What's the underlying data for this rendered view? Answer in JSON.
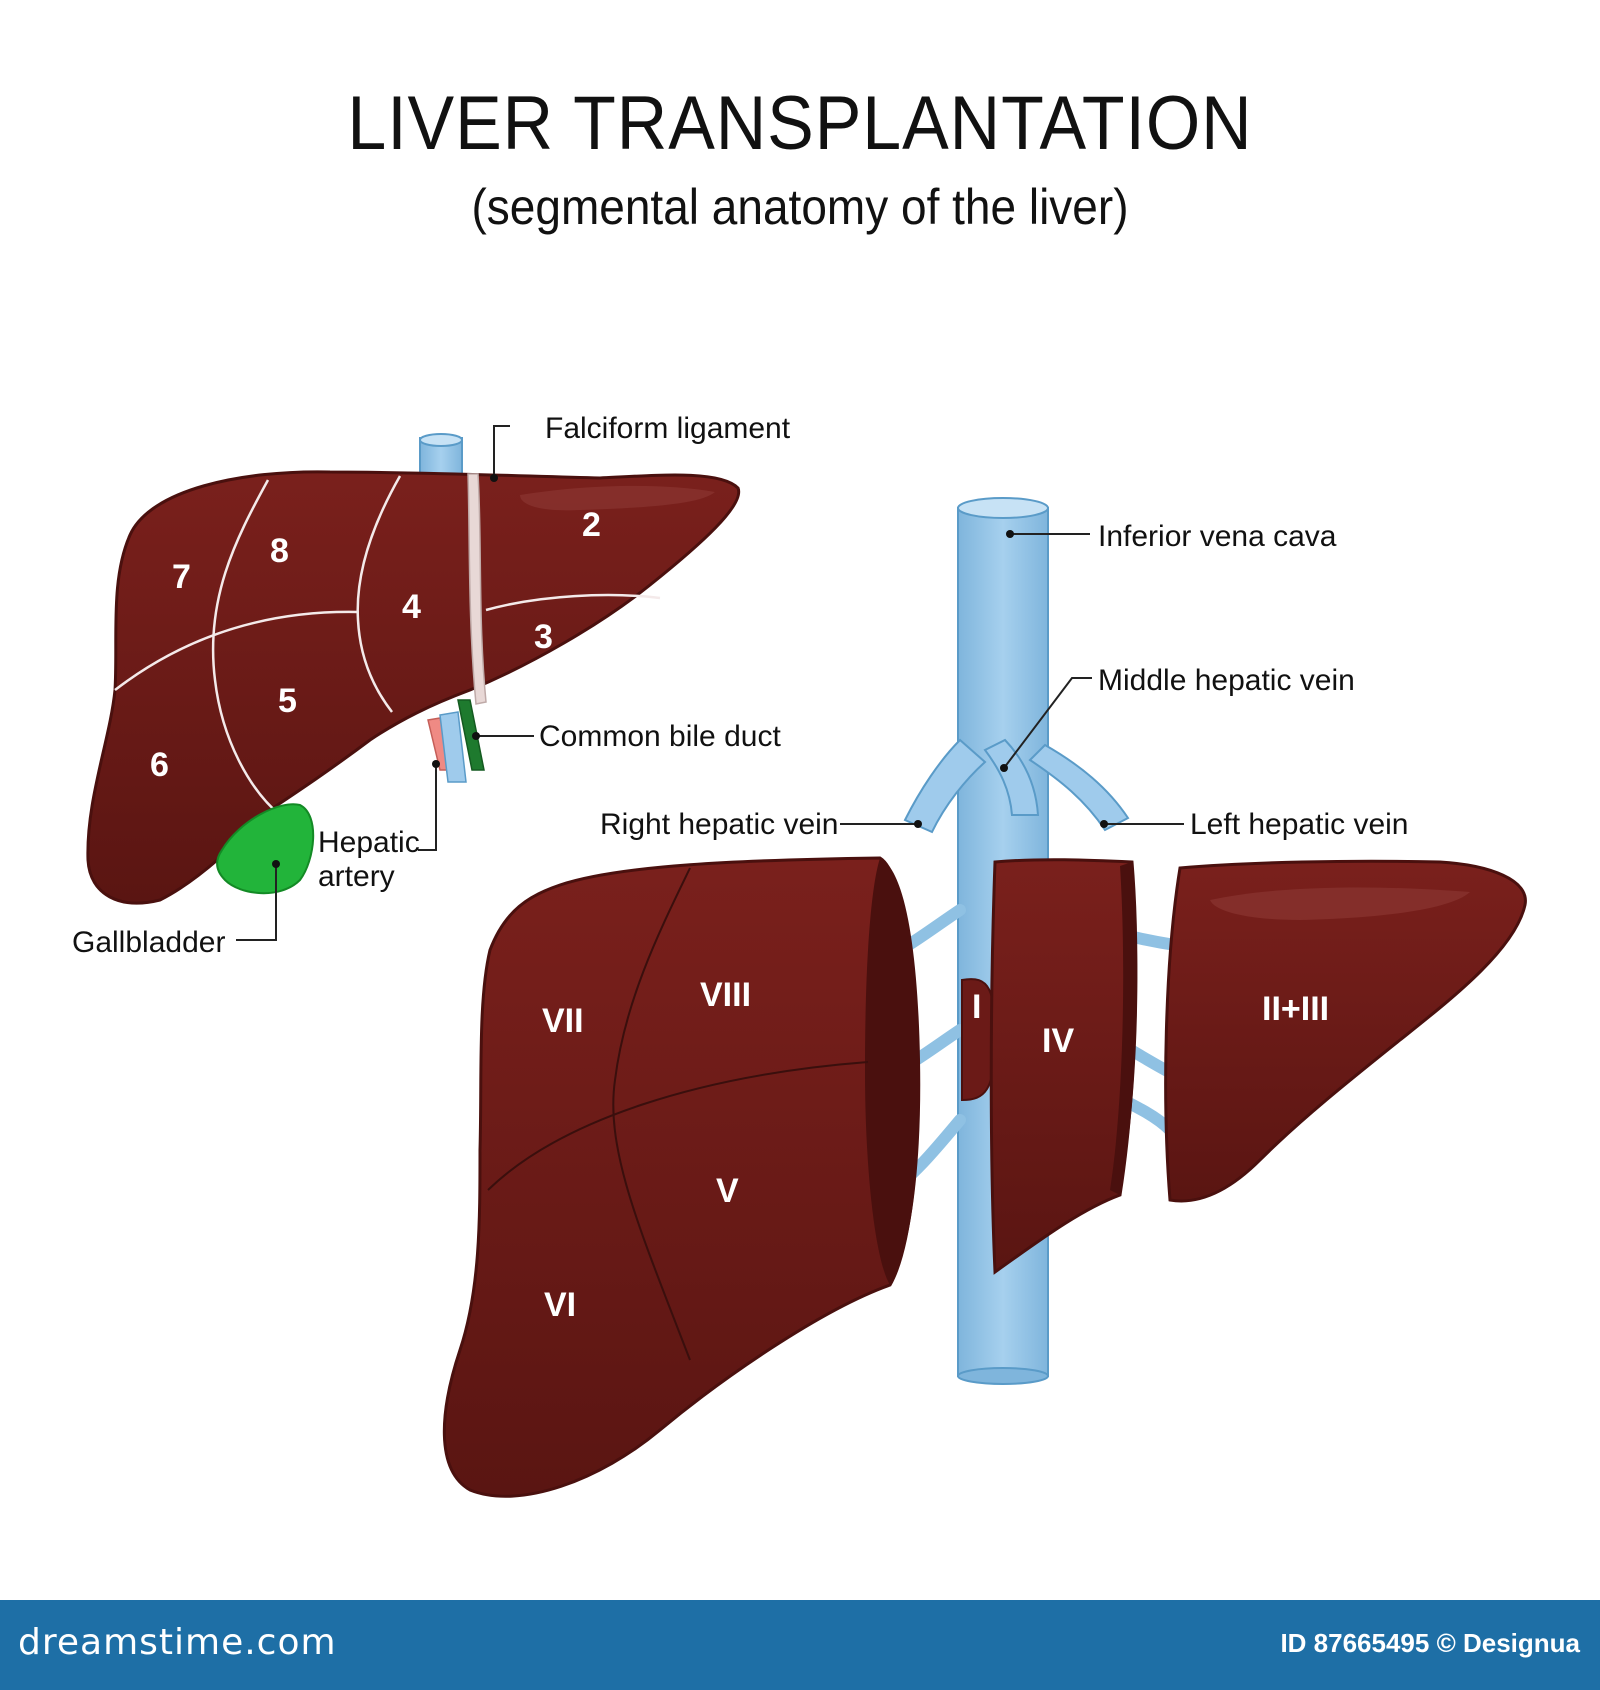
{
  "title": "LIVER TRANSPLANTATION",
  "subtitle": "(segmental anatomy of the liver)",
  "colors": {
    "liver": "#6b1a17",
    "liver_dark": "#4a100e",
    "liver_highlight": "#8a3530",
    "vein": "#8fc1e3",
    "vein_dark": "#5a9bc8",
    "gallbladder": "#22b43a",
    "bile_duct": "#1e7a2e",
    "hepatic_artery": "#ef8a84",
    "ligament": "#e8d8d6",
    "footer": "#1e6fa6"
  },
  "left_liver": {
    "segments": [
      "2",
      "3",
      "4",
      "5",
      "6",
      "7",
      "8"
    ],
    "labels": {
      "falciform": "Falciform ligament",
      "common_bile_duct": "Common bile duct",
      "hepatic_artery_line1": "Hepatic",
      "hepatic_artery_line2": "artery",
      "gallbladder": "Gallbladder"
    }
  },
  "right_liver": {
    "segments": [
      "VII",
      "VIII",
      "V",
      "VI",
      "I",
      "IV",
      "II+III"
    ],
    "labels": {
      "ivc": "Inferior vena cava",
      "middle_hepatic_vein": "Middle hepatic vein",
      "right_hepatic_vein": "Right hepatic vein",
      "left_hepatic_vein": "Left hepatic vein"
    }
  },
  "footer": {
    "logo": "dreamstime.com",
    "id_text": "ID 87665495 © Designua"
  }
}
